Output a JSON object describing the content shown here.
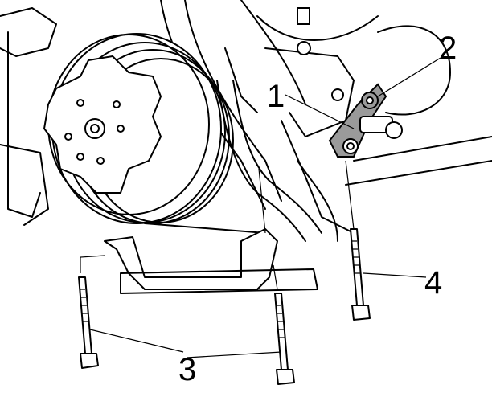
{
  "callouts": {
    "c1": "1",
    "c2": "2",
    "c3": "3",
    "c4": "4"
  },
  "colors": {
    "line": "#000000",
    "highlight": "#9a9a9a",
    "background": "#ffffff"
  }
}
